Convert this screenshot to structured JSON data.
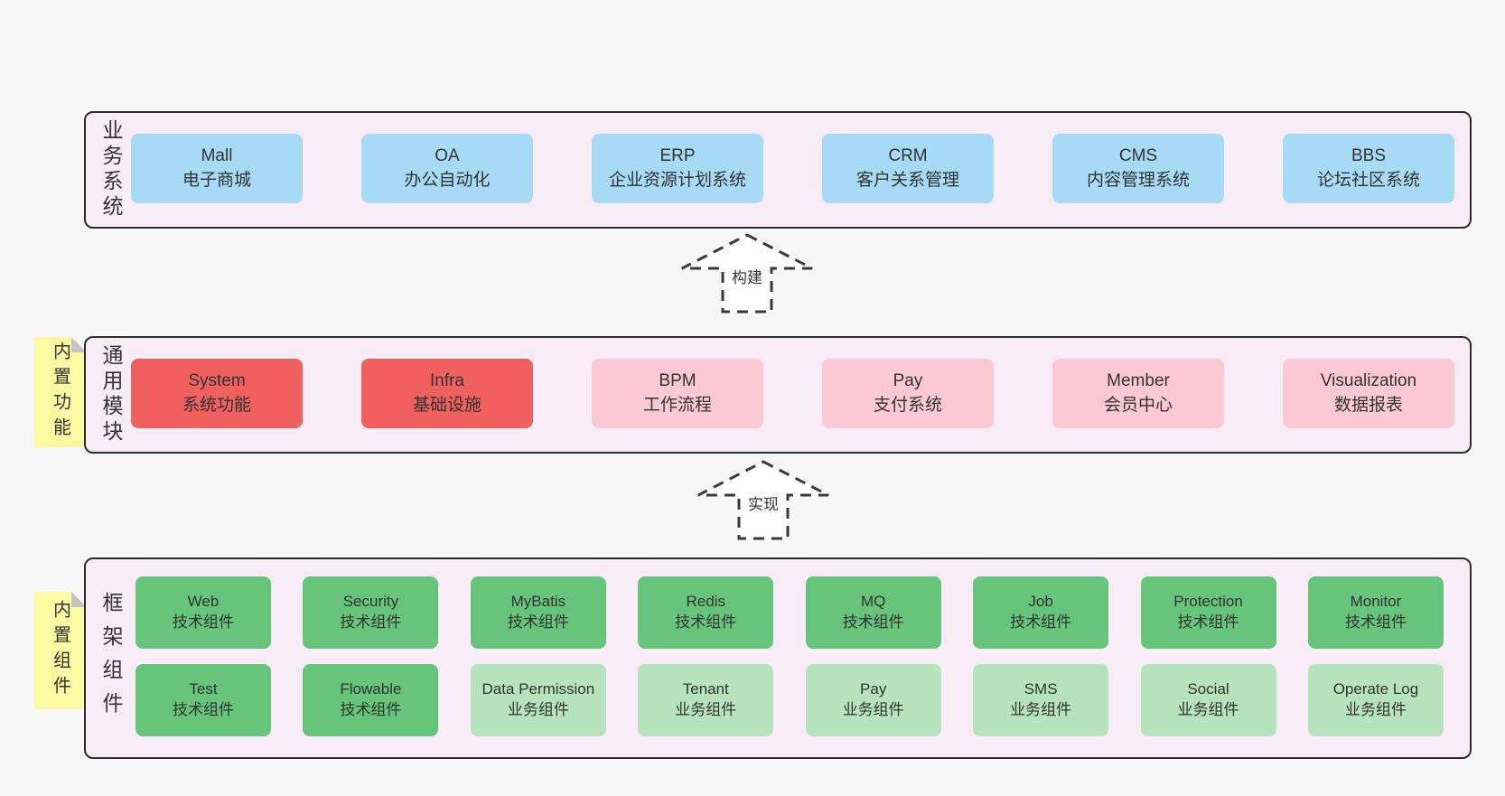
{
  "colors": {
    "page_bg": "#f7f7f7",
    "container_bg": "#f8edf6",
    "container_border": "#2d2d2d",
    "blue": "#a7dbf5",
    "red": "#ef605e",
    "pink": "#fbc9d3",
    "green": "#66c47b",
    "lightgreen": "#b7e3bd",
    "note_yellow": "#fbfaa3",
    "note_fold": "#c4c4c4",
    "text": "#333333"
  },
  "arrows": [
    {
      "label": "构建"
    },
    {
      "label": "实现"
    }
  ],
  "notes": [
    {
      "text": "内置功能"
    },
    {
      "text": "内置组件"
    }
  ],
  "layers": [
    {
      "name": "business-systems",
      "label": "业务系统",
      "rows": [
        [
          {
            "title": "Mall",
            "subtitle": "电子商城",
            "variant": "blue"
          },
          {
            "title": "OA",
            "subtitle": "办公自动化",
            "variant": "blue"
          },
          {
            "title": "ERP",
            "subtitle": "企业资源计划系统",
            "variant": "blue"
          },
          {
            "title": "CRM",
            "subtitle": "客户关系管理",
            "variant": "blue"
          },
          {
            "title": "CMS",
            "subtitle": "内容管理系统",
            "variant": "blue"
          },
          {
            "title": "BBS",
            "subtitle": "论坛社区系统",
            "variant": "blue"
          }
        ]
      ]
    },
    {
      "name": "common-modules",
      "label": "通用模块",
      "rows": [
        [
          {
            "title": "System",
            "subtitle": "系统功能",
            "variant": "red"
          },
          {
            "title": "Infra",
            "subtitle": "基础设施",
            "variant": "red"
          },
          {
            "title": "BPM",
            "subtitle": "工作流程",
            "variant": "pink"
          },
          {
            "title": "Pay",
            "subtitle": "支付系统",
            "variant": "pink"
          },
          {
            "title": "Member",
            "subtitle": "会员中心",
            "variant": "pink"
          },
          {
            "title": "Visualization",
            "subtitle": "数据报表",
            "variant": "pink"
          }
        ]
      ]
    },
    {
      "name": "framework-components",
      "label": "框架组件",
      "rows": [
        [
          {
            "title": "Web",
            "subtitle": "技术组件",
            "variant": "green"
          },
          {
            "title": "Security",
            "subtitle": "技术组件",
            "variant": "green"
          },
          {
            "title": "MyBatis",
            "subtitle": "技术组件",
            "variant": "green"
          },
          {
            "title": "Redis",
            "subtitle": "技术组件",
            "variant": "green"
          },
          {
            "title": "MQ",
            "subtitle": "技术组件",
            "variant": "green"
          },
          {
            "title": "Job",
            "subtitle": "技术组件",
            "variant": "green"
          },
          {
            "title": "Protection",
            "subtitle": "技术组件",
            "variant": "green"
          },
          {
            "title": "Monitor",
            "subtitle": "技术组件",
            "variant": "green"
          }
        ],
        [
          {
            "title": "Test",
            "subtitle": "技术组件",
            "variant": "green"
          },
          {
            "title": "Flowable",
            "subtitle": "技术组件",
            "variant": "green"
          },
          {
            "title": "Data Permission",
            "subtitle": "业务组件",
            "variant": "lightgreen"
          },
          {
            "title": "Tenant",
            "subtitle": "业务组件",
            "variant": "lightgreen"
          },
          {
            "title": "Pay",
            "subtitle": "业务组件",
            "variant": "lightgreen"
          },
          {
            "title": "SMS",
            "subtitle": "业务组件",
            "variant": "lightgreen"
          },
          {
            "title": "Social",
            "subtitle": "业务组件",
            "variant": "lightgreen"
          },
          {
            "title": "Operate Log",
            "subtitle": "业务组件",
            "variant": "lightgreen"
          }
        ]
      ]
    }
  ]
}
